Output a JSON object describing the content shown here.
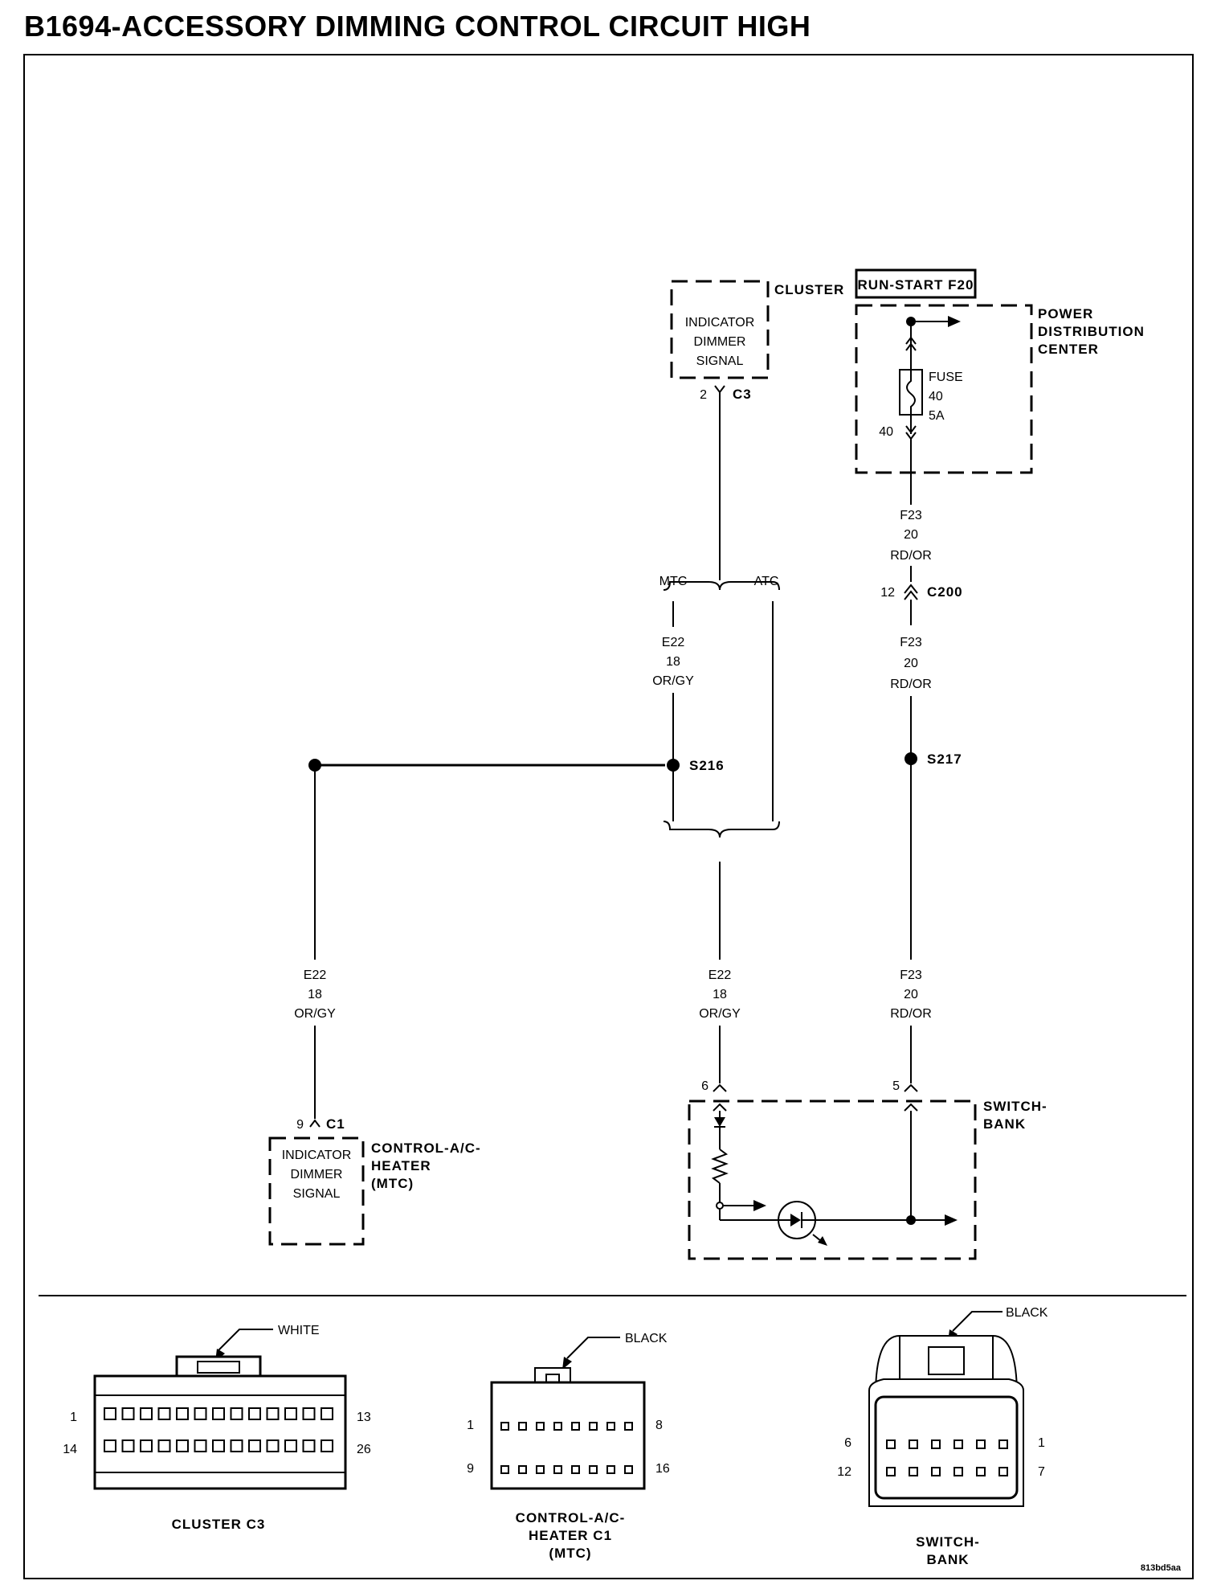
{
  "title": "B1694-ACCESSORY DIMMING CONTROL CIRCUIT HIGH",
  "components": {
    "cluster": {
      "name": "CLUSTER",
      "function": [
        "INDICATOR",
        "DIMMER",
        "SIGNAL"
      ],
      "pin": "2",
      "connector": "C3"
    },
    "pdc": {
      "fuse_tag": "RUN-START F20",
      "name": [
        "POWER",
        "DISTRIBUTION",
        "CENTER"
      ],
      "fuse": [
        "FUSE",
        "40",
        "5A"
      ],
      "pin": "40"
    },
    "control_ac_heater": {
      "name": [
        "CONTROL-A/C-",
        "HEATER",
        "(MTC)"
      ],
      "function": [
        "INDICATOR",
        "DIMMER",
        "SIGNAL"
      ],
      "pin": "9",
      "connector": "C1"
    },
    "switch_bank": {
      "name": [
        "SWITCH-",
        "BANK"
      ],
      "pin_left": "6",
      "pin_right": "5"
    }
  },
  "branch_labels": {
    "mtc": "MTC",
    "atc": "ATC"
  },
  "connectors": {
    "c200": {
      "pin": "12",
      "name": "C200"
    }
  },
  "splices": {
    "s216": "S216",
    "s217": "S217"
  },
  "wires": {
    "e22_upper": [
      "E22",
      "18",
      "OR/GY"
    ],
    "e22_left": [
      "E22",
      "18",
      "OR/GY"
    ],
    "e22_lower": [
      "E22",
      "18",
      "OR/GY"
    ],
    "f23_upper": [
      "F23",
      "20",
      "RD/OR"
    ],
    "f23_middle": [
      "F23",
      "20",
      "RD/OR"
    ],
    "f23_lower": [
      "F23",
      "20",
      "RD/OR"
    ]
  },
  "connector_views": {
    "cluster_c3": {
      "color": "WHITE",
      "caption": "CLUSTER C3",
      "pins": {
        "top_left": "1",
        "top_right": "13",
        "bottom_left": "14",
        "bottom_right": "26"
      }
    },
    "control_c1": {
      "color": "BLACK",
      "caption": [
        "CONTROL-A/C-",
        "HEATER C1",
        "(MTC)"
      ],
      "pins": {
        "top_left": "1",
        "top_right": "8",
        "bottom_left": "9",
        "bottom_right": "16"
      }
    },
    "switch_bank": {
      "color": "BLACK",
      "caption": [
        "SWITCH-",
        "BANK"
      ],
      "pins": {
        "top_left": "6",
        "top_right": "1",
        "bottom_left": "12",
        "bottom_right": "7"
      }
    }
  },
  "figure_id": "813bd5aa"
}
